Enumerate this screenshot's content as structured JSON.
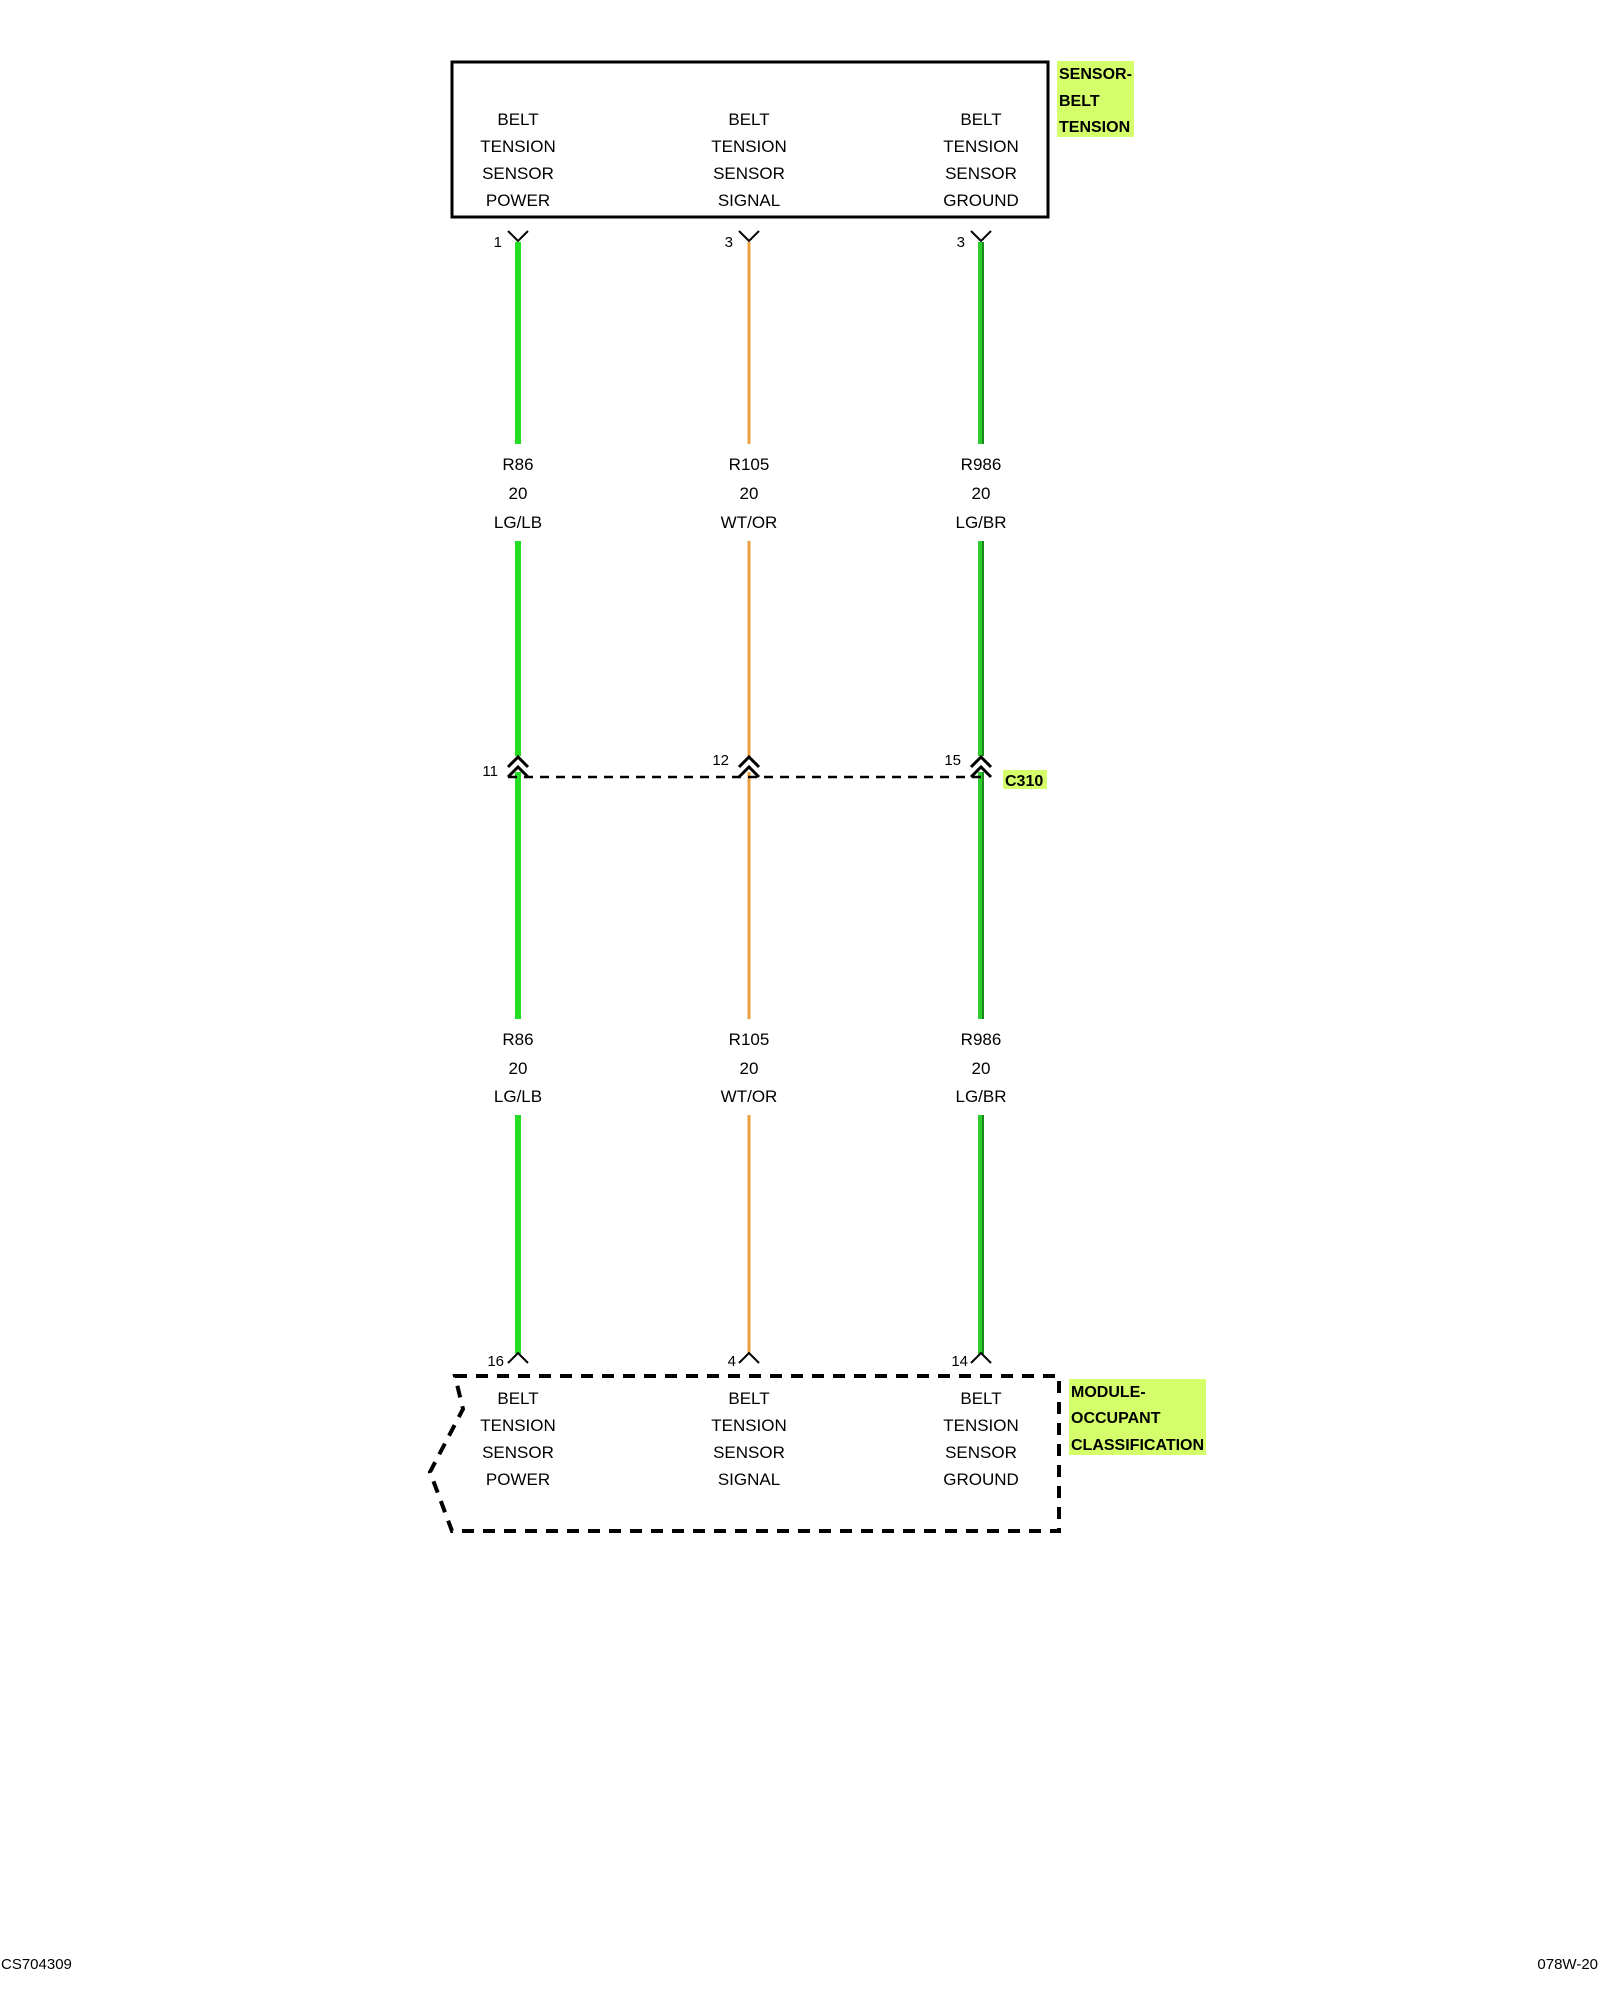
{
  "top_component": {
    "name_lines": [
      "SENSOR-",
      "BELT",
      "TENSION"
    ],
    "highlight": "#d4ff6a",
    "pins": [
      {
        "label_lines": [
          "BELT",
          "TENSION",
          "SENSOR",
          "POWER"
        ],
        "pin": "1"
      },
      {
        "label_lines": [
          "BELT",
          "TENSION",
          "SENSOR",
          "SIGNAL"
        ],
        "pin": "3"
      },
      {
        "label_lines": [
          "BELT",
          "TENSION",
          "SENSOR",
          "GROUND"
        ],
        "pin": "3"
      }
    ]
  },
  "wires": [
    {
      "circuit": "R86",
      "gauge": "20",
      "color_code": "LG/LB",
      "color": "#22dd22"
    },
    {
      "circuit": "R105",
      "gauge": "20",
      "color_code": "WT/OR",
      "color": "#e8a040"
    },
    {
      "circuit": "R986",
      "gauge": "20",
      "color_code": "LG/BR",
      "color": "#2ecc2e"
    }
  ],
  "connector": {
    "name": "C310",
    "pins": [
      "11",
      "12",
      "15"
    ]
  },
  "bottom_component": {
    "name_lines": [
      "MODULE-",
      "OCCUPANT",
      "CLASSIFICATION"
    ],
    "highlight": "#d4ff6a",
    "pins": [
      {
        "label_lines": [
          "BELT",
          "TENSION",
          "SENSOR",
          "POWER"
        ],
        "pin": "16"
      },
      {
        "label_lines": [
          "BELT",
          "TENSION",
          "SENSOR",
          "SIGNAL"
        ],
        "pin": "4"
      },
      {
        "label_lines": [
          "BELT",
          "TENSION",
          "SENSOR",
          "GROUND"
        ],
        "pin": "14"
      }
    ]
  },
  "footer": {
    "left_code": "CS704309",
    "right_code": "078W-20"
  }
}
